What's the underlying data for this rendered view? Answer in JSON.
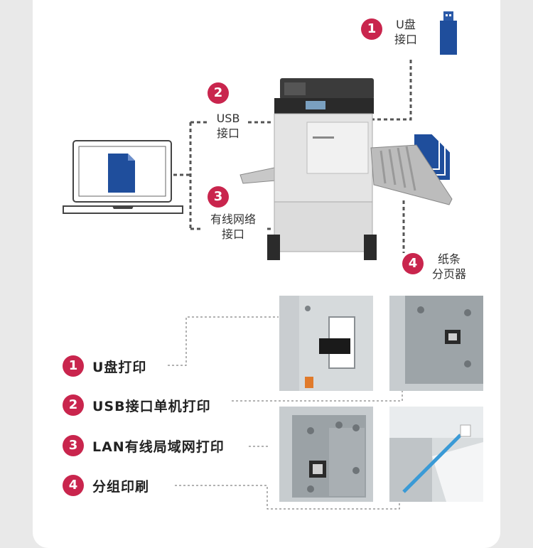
{
  "callouts": [
    {
      "num": "1",
      "line1": "U盘",
      "line2": "接口"
    },
    {
      "num": "2",
      "line1": "USB",
      "line2": "接口"
    },
    {
      "num": "3",
      "line1": "有线网络",
      "line2": "接口"
    },
    {
      "num": "4",
      "line1": "纸条",
      "line2": "分页器"
    }
  ],
  "legend": [
    {
      "num": "1",
      "text": "U盘打印"
    },
    {
      "num": "2",
      "text": "USB接口单机打印"
    },
    {
      "num": "3",
      "text": "LAN有线局域网打印"
    },
    {
      "num": "4",
      "text": "分组印刷"
    }
  ],
  "colors": {
    "accent": "#c9254d",
    "doc_blue": "#1f4e9c",
    "dash": "#555555"
  },
  "icons": [
    "usb-drive-icon",
    "laptop-icon",
    "document-icon",
    "document-stack-icon"
  ]
}
